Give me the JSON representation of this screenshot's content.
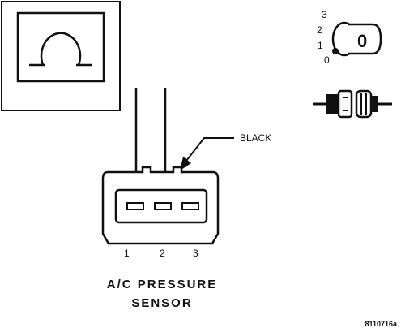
{
  "meter": {
    "symbol": "Ω"
  },
  "ignition": {
    "positions": [
      "3",
      "2",
      "1",
      "0"
    ],
    "key_label": "0"
  },
  "wire_label": "BLACK",
  "connector": {
    "pin_numbers": [
      "1",
      "2",
      "3"
    ]
  },
  "component": {
    "title_line1": "A/C PRESSURE",
    "title_line2": "SENSOR"
  },
  "figure_id": "8110716a"
}
